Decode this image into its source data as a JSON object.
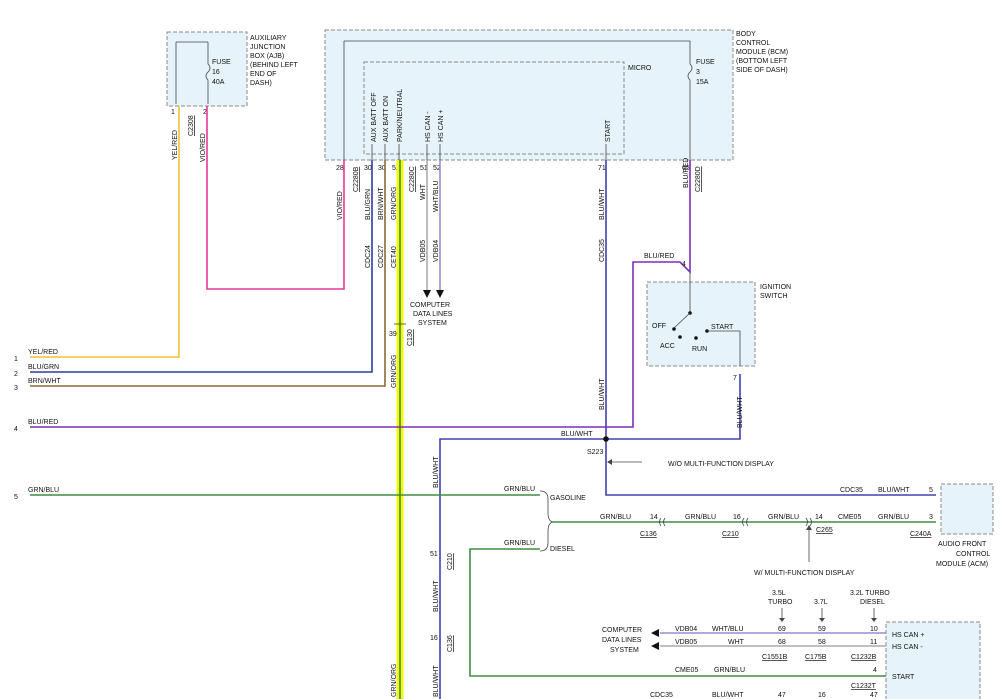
{
  "colors": {
    "yel_red": "#f2c230",
    "vio_red": "#e6399b",
    "blu_grn": "#2f3f9a",
    "brn_wht": "#8a6a33",
    "blu_red": "#7b2fb8",
    "grn_blu": "#3e8e41",
    "grn_org": "#f5f500",
    "blu_wht": "#4040b0",
    "wht_blu": "#9a8ad0",
    "wht": "#aaaaaa",
    "box_fill": "#e6f3fb"
  },
  "ajb": {
    "title": [
      "AUXILIARY",
      "JUNCTION",
      "BOX (AJB)",
      "(BEHIND LEFT",
      "END OF",
      "DASH)"
    ],
    "fuse": [
      "FUSE",
      "16",
      "40A"
    ],
    "pin1": "1",
    "pin2": "2",
    "connector": "C2308"
  },
  "bcm": {
    "title": [
      "BODY",
      "CONTROL",
      "MODULE (BCM)",
      "(BOTTOM LEFT",
      "SIDE OF DASH)"
    ],
    "micro": "MICRO",
    "fuse": [
      "FUSE",
      "3",
      "15A"
    ],
    "inputs": [
      "AUX BATT OFF",
      "AUX BATT ON",
      "PARK/NEUTRAL",
      "HS CAN -",
      "HS CAN +",
      "START"
    ],
    "pins": [
      "28",
      "30",
      "30",
      "52",
      "51",
      "52",
      "71",
      "65"
    ],
    "connectors": [
      "C2280B",
      "C2280C",
      "C2280D"
    ]
  },
  "wires": {
    "vio_red": "VIO/RED",
    "yel_red": "YEL/RED",
    "blu_grn": "BLU/GRN",
    "brn_wht": "BRN/WHT",
    "grn_org": "GRN/ORG",
    "wht": "WHT",
    "wht_blu": "WHT/BLU",
    "blu_wht": "BLU/WHT",
    "blu_red": "BLU/RED",
    "grn_blu": "GRN/BLU"
  },
  "circuits": [
    "CDC24",
    "CDC27",
    "CET40",
    "VDB05",
    "VDB04",
    "CDC35",
    "CME05"
  ],
  "data_lines": [
    "COMPUTER",
    "DATA LINES",
    "SYSTEM"
  ],
  "c130": {
    "pin": "39",
    "name": "C130"
  },
  "left_pins": [
    "1",
    "2",
    "3",
    "4",
    "5"
  ],
  "ignition": {
    "title": [
      "IGNITION",
      "SWITCH"
    ],
    "off": "OFF",
    "acc": "ACC",
    "run": "RUN",
    "start": "START",
    "pin_in": "4",
    "pin_out": "7"
  },
  "splice": "S223",
  "wo_mfd": "W/O MULTI-FUNCTION DISPLAY",
  "w_mfd": "W/ MULTI-FUNCTION DISPLAY",
  "gasoline": "GASOLINE",
  "diesel": "DIESEL",
  "acm": {
    "title": [
      "AUDIO FRONT",
      "CONTROL",
      "MODULE (ACM)"
    ],
    "pins": [
      "5",
      "3"
    ],
    "connector": "C240A"
  },
  "chain": {
    "pins": [
      "14",
      "16",
      "14"
    ],
    "connectors": [
      "C136",
      "C210",
      "C265"
    ]
  },
  "c210_v": {
    "pins": [
      "51",
      "16"
    ],
    "connectors": [
      "C210",
      "C136"
    ]
  },
  "variants": {
    "v1": [
      "3.5L",
      "TURBO"
    ],
    "v2": "3.7L",
    "v3": [
      "3.2L TURBO",
      "DIESEL"
    ]
  },
  "pcm": {
    "rows": [
      "HS CAN +",
      "HS CAN -",
      "START"
    ]
  },
  "rows": [
    {
      "circuit": "VDB04",
      "wire": "WHT/BLU",
      "p1": "69",
      "p2": "59",
      "p3": "10"
    },
    {
      "circuit": "VDB05",
      "wire": "WHT",
      "p1": "68",
      "p2": "58",
      "p3": "11"
    },
    {
      "circuit": "CME05",
      "wire": "GRN/BLU",
      "p3": "4"
    },
    {
      "circuit": "CDC35",
      "wire": "BLU/WHT",
      "p1": "47",
      "p2": "16",
      "p3": "47"
    }
  ],
  "row_connectors": [
    "C1551B",
    "C175B",
    "C1232B",
    "C1232T"
  ]
}
